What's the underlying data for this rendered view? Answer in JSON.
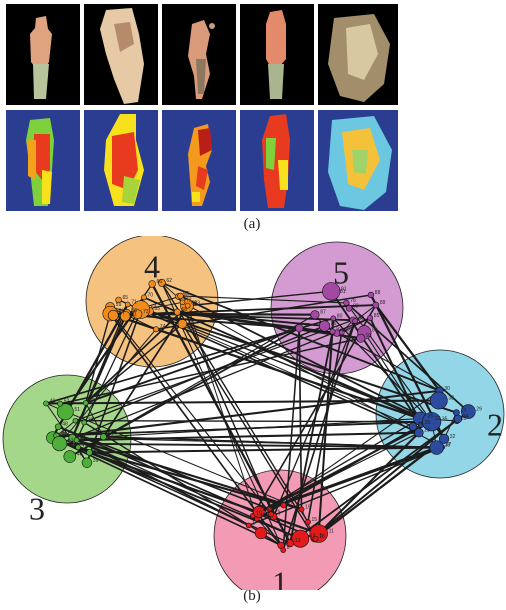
{
  "figure": {
    "caption_a": "(a)",
    "caption_b": "(b)"
  },
  "panel_a": {
    "rows": [
      "rgb frames",
      "segmentation maps"
    ],
    "tiles": 5
  },
  "graph": {
    "clusters": [
      {
        "label": "1",
        "color": "#f39ab4",
        "node_color": "#e31a1c"
      },
      {
        "label": "2",
        "color": "#93d6e8",
        "node_color": "#2c4a9e"
      },
      {
        "label": "3",
        "color": "#a5d78a",
        "node_color": "#4daf3a"
      },
      {
        "label": "4",
        "color": "#f5c27f",
        "node_color": "#f08b1e"
      },
      {
        "label": "5",
        "color": "#d49ad2",
        "node_color": "#a349a4"
      }
    ],
    "node_ids": {
      "1": [
        "1",
        "3",
        "5",
        "6",
        "7",
        "8",
        "10",
        "11",
        "12",
        "13",
        "14",
        "15",
        "16",
        "17",
        "18",
        "19",
        "20",
        "21"
      ],
      "2": [
        "22",
        "23",
        "24",
        "25",
        "26",
        "27",
        "28",
        "29",
        "30",
        "31",
        "32",
        "33",
        "34",
        "35",
        "36"
      ],
      "3": [
        "37",
        "38",
        "39",
        "40",
        "41",
        "42",
        "43",
        "44",
        "45",
        "46",
        "47",
        "48",
        "49",
        "50",
        "51",
        "52",
        "53",
        "54"
      ],
      "4": [
        "55",
        "56",
        "57",
        "58",
        "59",
        "60",
        "61",
        "62",
        "63",
        "64",
        "65",
        "66",
        "67",
        "68",
        "69",
        "70",
        "71",
        "72",
        "73",
        "74",
        "75"
      ],
      "5": [
        "76",
        "77",
        "78",
        "79",
        "80",
        "81",
        "82",
        "83",
        "84",
        "85",
        "86",
        "87",
        "88",
        "89",
        "90",
        "91",
        "92",
        "93"
      ]
    }
  }
}
